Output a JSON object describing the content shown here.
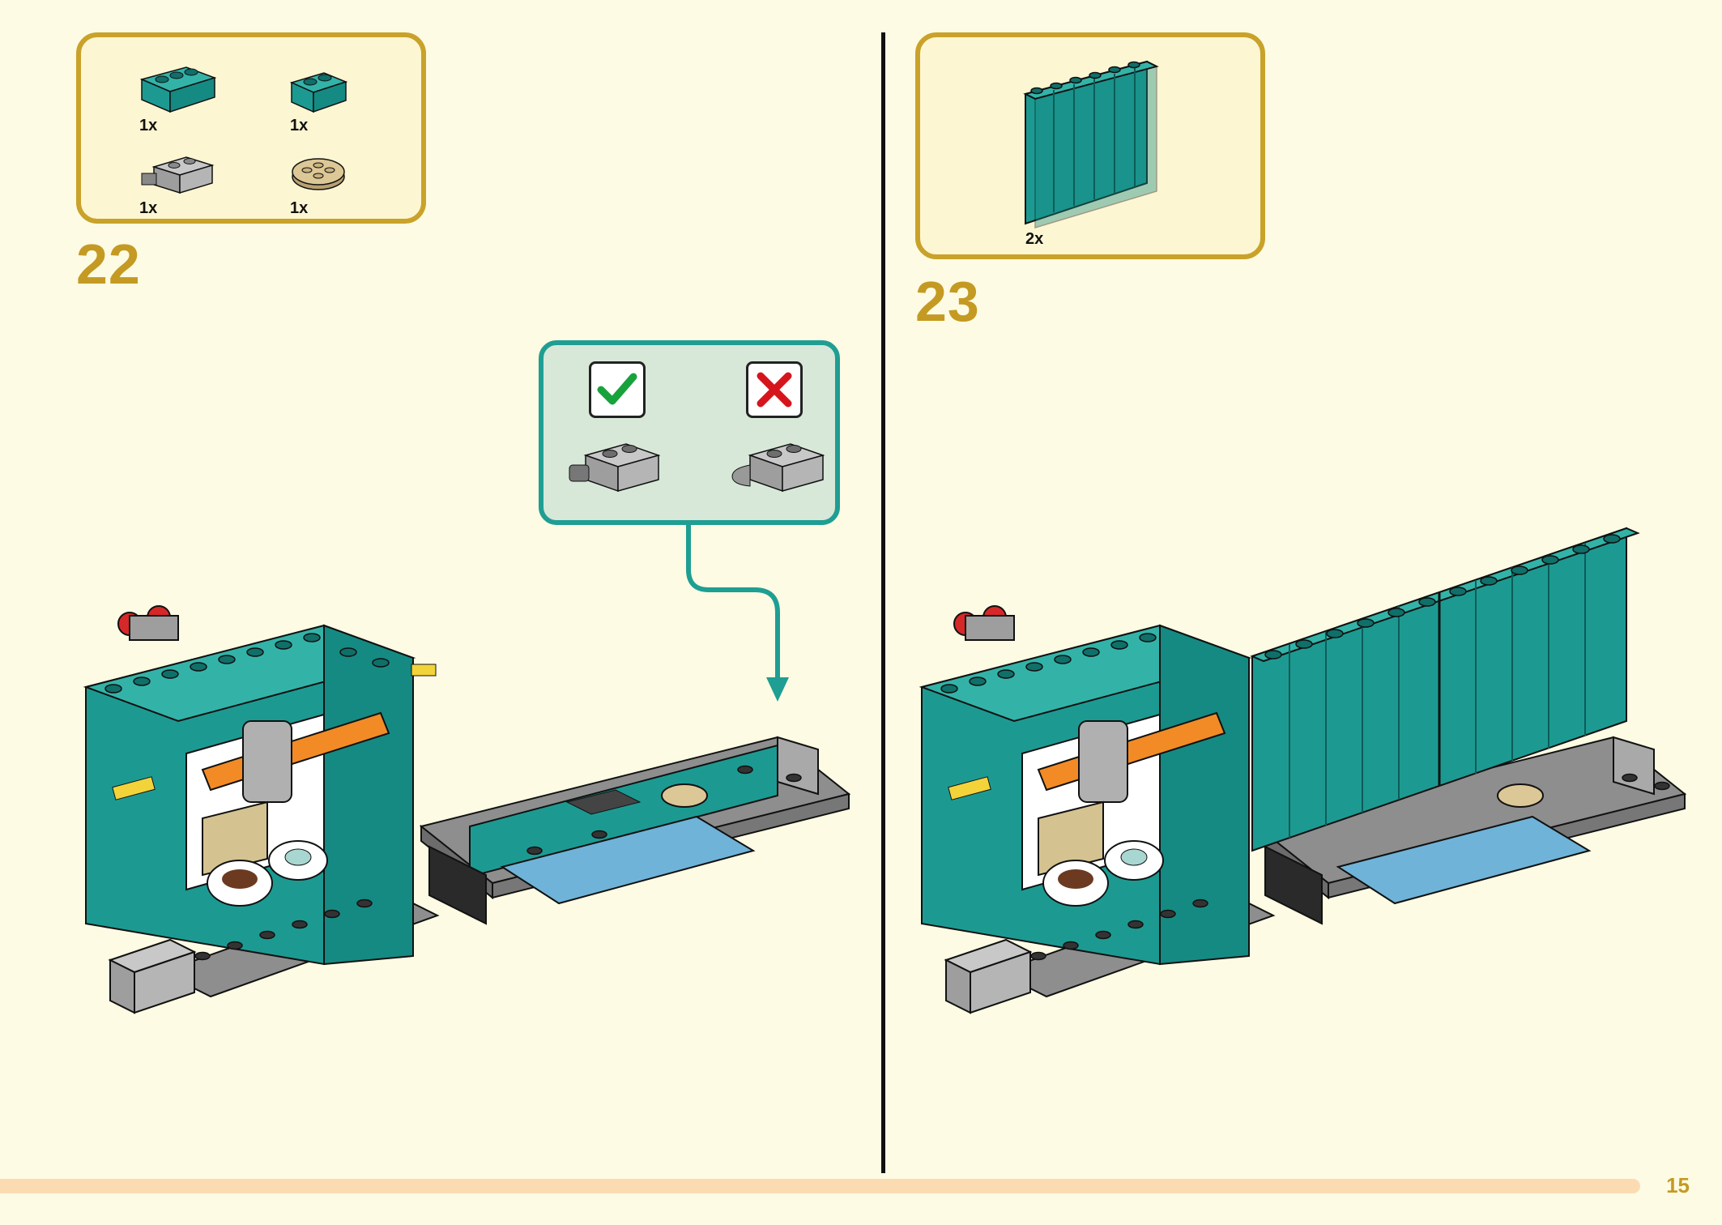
{
  "step22": {
    "number": "22",
    "parts": [
      {
        "qty": "1x",
        "icon": "teal-brick-1x3-icon"
      },
      {
        "qty": "1x",
        "icon": "teal-brick-1x2-icon"
      },
      {
        "qty": "1x",
        "icon": "gray-clip-brick-icon"
      },
      {
        "qty": "1x",
        "icon": "tan-round-plate-icon"
      }
    ],
    "callout": {
      "correct_icon": "checkmark-icon",
      "wrong_icon": "cross-icon"
    }
  },
  "step23": {
    "number": "23",
    "parts": [
      {
        "qty": "2x",
        "icon": "teal-panel-1x6x5-icon"
      }
    ]
  },
  "page_number": "15",
  "colors": {
    "background": "#fdfbe3",
    "accent_gold": "#c9a22a",
    "callout_teal": "#1f9e93",
    "brick_teal": "#1c9a92",
    "footer_bar": "#fbdcb2"
  }
}
